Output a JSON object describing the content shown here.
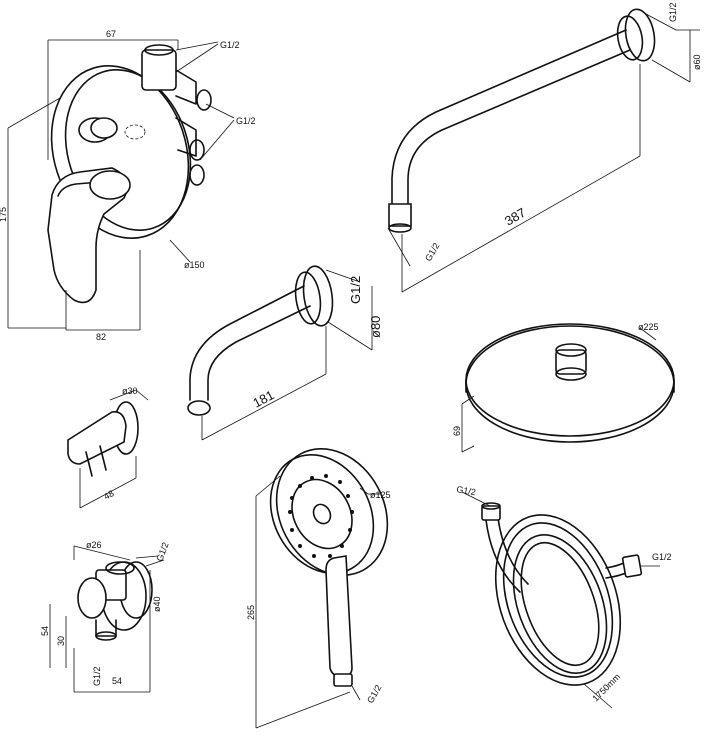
{
  "mixer": {
    "d_width_top": "67",
    "d_height": "175",
    "d_width_bottom": "82",
    "d_diameter": "ø150",
    "thread_top": "G1/2",
    "thread_side": "G1/2"
  },
  "arm_long": {
    "thread": "G1/2",
    "d_flange": "ø60",
    "length": "387",
    "thread_end": "G1/2"
  },
  "spout": {
    "thread": "G1/2",
    "d_flange": "ø80",
    "length": "181"
  },
  "holder": {
    "d_top": "ø30",
    "d_side": "48"
  },
  "outlet": {
    "d_top": "ø26",
    "thread_top": "G1/2",
    "d_left1": "54",
    "d_left2": "30",
    "d_right": "ø40",
    "thread_bottom": "G1/2",
    "d_bottom": "54"
  },
  "hand_shower": {
    "d_diameter": "ø125",
    "length": "265",
    "thread": "G1/2"
  },
  "rain_shower": {
    "d_diameter": "ø225",
    "height": "69"
  },
  "hose": {
    "thread_a": "G1/2",
    "thread_b": "G1/2",
    "length": "1750mm"
  }
}
